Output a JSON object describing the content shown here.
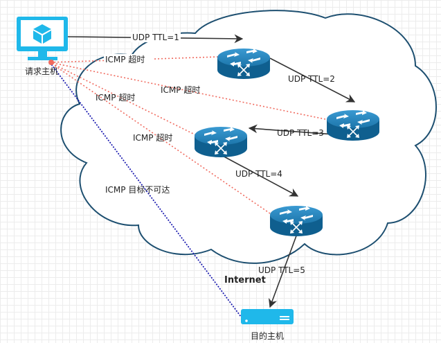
{
  "nodes": {
    "request_host": {
      "label": "请求主机",
      "icon": "desktop-monitor-cube-icon"
    },
    "dest_host": {
      "label": "目的主机",
      "icon": "server-icon"
    },
    "routers": [
      {
        "icon": "router-icon"
      },
      {
        "icon": "router-icon"
      },
      {
        "icon": "router-icon"
      },
      {
        "icon": "router-icon"
      }
    ]
  },
  "cloud": {
    "label": "Internet"
  },
  "edges": {
    "udp": [
      "UDP TTL=1",
      "UDP TTL=2",
      "UDP TTL=3",
      "UDP TTL=4",
      "UDP TTL=5"
    ],
    "icmp_timeout": [
      "ICMP 超时",
      "ICMP 超时",
      "ICMP 超时",
      "ICMP 超时"
    ],
    "icmp_unreachable": "ICMP 目标不可达"
  },
  "colors": {
    "router_fill": "#1a6fa0",
    "router_top": "#2d8cc4",
    "monitor": "#1fb8ea",
    "icmp_timeout_line": "#f06a5e",
    "icmp_unreachable_line": "#1a1ab0",
    "udp_line": "#333333",
    "cloud_stroke": "#1d4f70"
  }
}
